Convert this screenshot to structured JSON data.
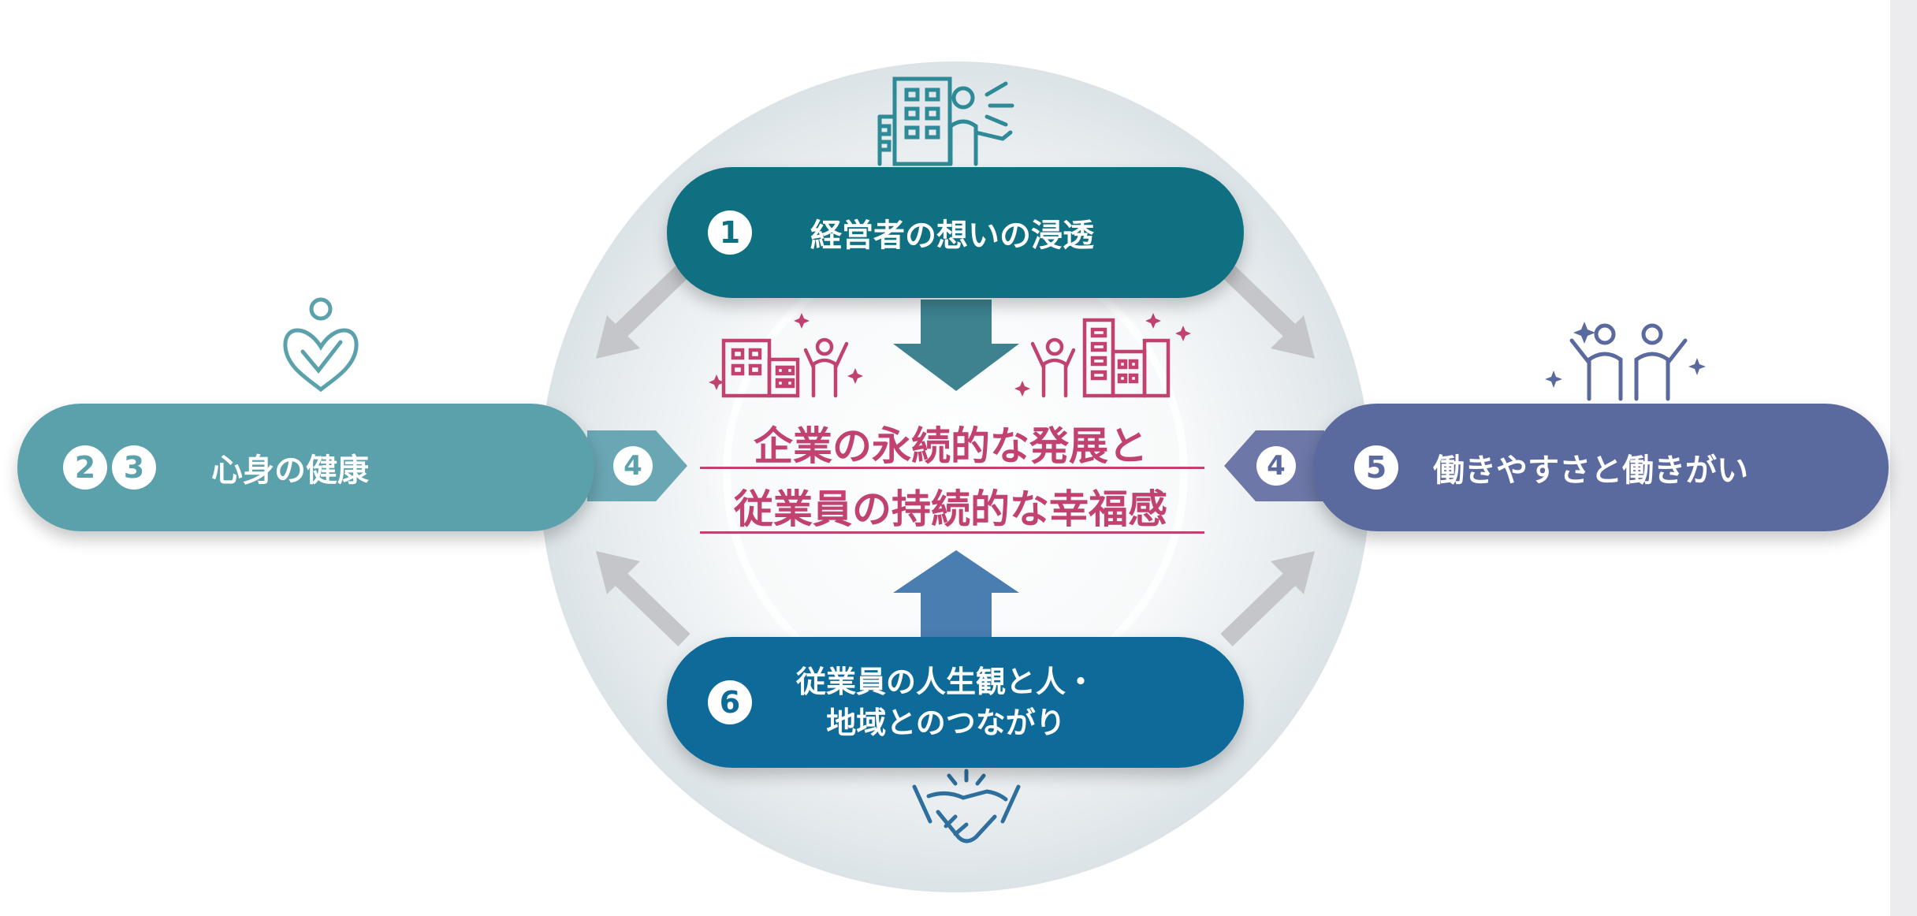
{
  "center": {
    "line1": "企業の永続的な発展と",
    "line2": "従業員の持続的な幸福感"
  },
  "top_pill": {
    "number": "1",
    "label": "経営者の想いの浸透"
  },
  "left_pill": {
    "numbers": [
      "2",
      "3"
    ],
    "label": "心身の健康"
  },
  "right_pill": {
    "number": "5",
    "label": "働きやすさと働きがい"
  },
  "bottom_pill": {
    "number": "6",
    "line1": "従業員の人生観と人・",
    "line2": "地域とのつながり"
  },
  "side_arrows": {
    "left_number": "4",
    "right_number": "4"
  },
  "icons": {
    "top": "office-building-presenter-icon",
    "left": "heart-with-person-icon",
    "right": "two-people-cheering-icon",
    "bottom": "handshake-icon",
    "center_left": "building-person-cheering-icon",
    "center_right": "person-cheering-building-icon"
  },
  "colors": {
    "top_pill": "#0e7080",
    "left_pill": "#5aa1ab",
    "right_pill": "#5b6a9e",
    "bottom_pill": "#0e6b99",
    "center_text": "#c2426f",
    "gray_arrow": "#c4c6c9",
    "icon_line": "#2e8a96"
  }
}
